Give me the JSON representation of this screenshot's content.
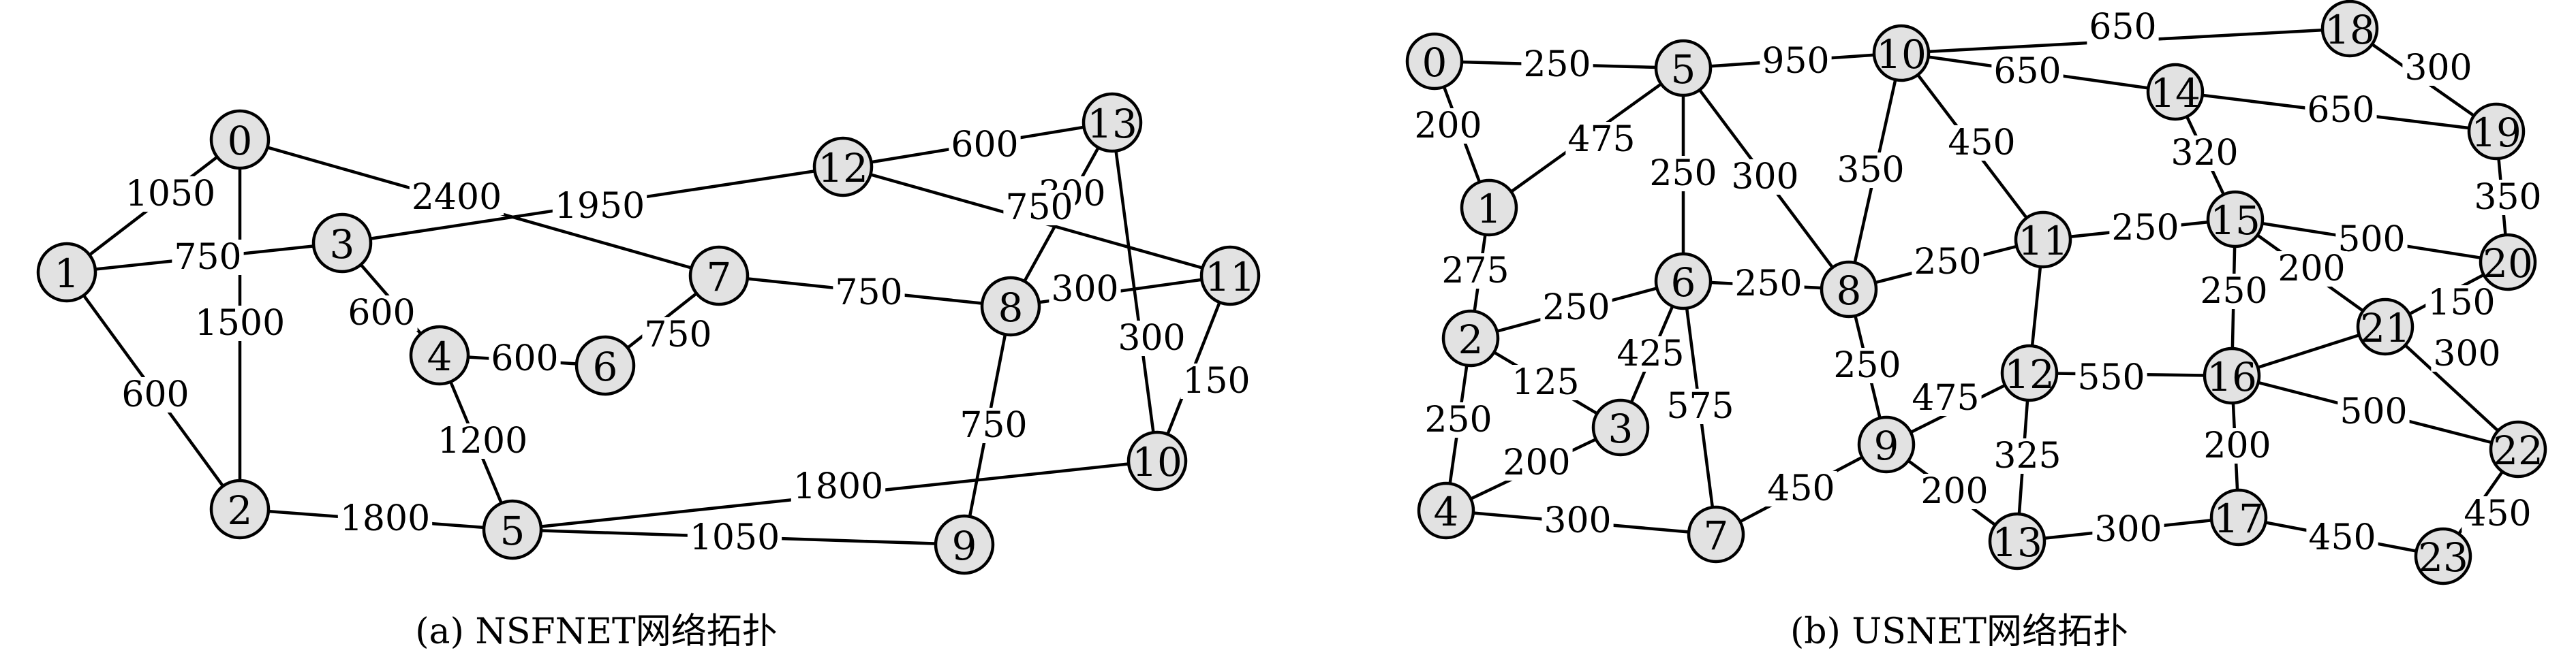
{
  "graphs": [
    {
      "id": "nsfnet",
      "caption": "(a) NSFNET网络拓扑",
      "nodes": [
        {
          "id": "0"
        },
        {
          "id": "1"
        },
        {
          "id": "2"
        },
        {
          "id": "3"
        },
        {
          "id": "4"
        },
        {
          "id": "5"
        },
        {
          "id": "6"
        },
        {
          "id": "7"
        },
        {
          "id": "8"
        },
        {
          "id": "9"
        },
        {
          "id": "10"
        },
        {
          "id": "11"
        },
        {
          "id": "12"
        },
        {
          "id": "13"
        }
      ],
      "edges": [
        {
          "from": "0",
          "to": "1",
          "weight": "1050"
        },
        {
          "from": "0",
          "to": "2",
          "weight": "1500"
        },
        {
          "from": "0",
          "to": "7",
          "weight": "2400"
        },
        {
          "from": "1",
          "to": "3",
          "weight": "750"
        },
        {
          "from": "1",
          "to": "2",
          "weight": "600"
        },
        {
          "from": "3",
          "to": "12",
          "weight": "1950"
        },
        {
          "from": "3",
          "to": "4",
          "weight": "600"
        },
        {
          "from": "4",
          "to": "6",
          "weight": "600"
        },
        {
          "from": "6",
          "to": "7",
          "weight": "750"
        },
        {
          "from": "7",
          "to": "8",
          "weight": "750"
        },
        {
          "from": "4",
          "to": "5",
          "weight": "1200"
        },
        {
          "from": "2",
          "to": "5",
          "weight": "1800"
        },
        {
          "from": "5",
          "to": "9",
          "weight": "1050"
        },
        {
          "from": "5",
          "to": "10",
          "weight": "1800"
        },
        {
          "from": "8",
          "to": "9",
          "weight": "750"
        },
        {
          "from": "8",
          "to": "13",
          "weight": "300"
        },
        {
          "from": "8",
          "to": "11",
          "weight": "300"
        },
        {
          "from": "12",
          "to": "13",
          "weight": "600"
        },
        {
          "from": "12",
          "to": "11",
          "weight": "750"
        },
        {
          "from": "13",
          "to": "10",
          "weight": "300"
        },
        {
          "from": "11",
          "to": "10",
          "weight": "150"
        }
      ]
    },
    {
      "id": "usnet",
      "caption": "(b) USNET网络拓扑",
      "nodes": [
        {
          "id": "0"
        },
        {
          "id": "1"
        },
        {
          "id": "2"
        },
        {
          "id": "3"
        },
        {
          "id": "4"
        },
        {
          "id": "5"
        },
        {
          "id": "6"
        },
        {
          "id": "7"
        },
        {
          "id": "8"
        },
        {
          "id": "9"
        },
        {
          "id": "10"
        },
        {
          "id": "11"
        },
        {
          "id": "12"
        },
        {
          "id": "13"
        },
        {
          "id": "14"
        },
        {
          "id": "15"
        },
        {
          "id": "16"
        },
        {
          "id": "17"
        },
        {
          "id": "18"
        },
        {
          "id": "19"
        },
        {
          "id": "20"
        },
        {
          "id": "21"
        },
        {
          "id": "22"
        },
        {
          "id": "23"
        }
      ],
      "edges": [
        {
          "from": "0",
          "to": "5",
          "weight": "250"
        },
        {
          "from": "0",
          "to": "1",
          "weight": "200"
        },
        {
          "from": "1",
          "to": "5",
          "weight": "475"
        },
        {
          "from": "1",
          "to": "2",
          "weight": "275"
        },
        {
          "from": "5",
          "to": "10",
          "weight": "950"
        },
        {
          "from": "5",
          "to": "6",
          "weight": "250"
        },
        {
          "from": "5",
          "to": "8",
          "weight": "300"
        },
        {
          "from": "10",
          "to": "18",
          "weight": "650"
        },
        {
          "from": "10",
          "to": "14",
          "weight": "650"
        },
        {
          "from": "10",
          "to": "8",
          "weight": "350"
        },
        {
          "from": "10",
          "to": "11",
          "weight": "450"
        },
        {
          "from": "18",
          "to": "19",
          "weight": "300"
        },
        {
          "from": "14",
          "to": "19",
          "weight": "650"
        },
        {
          "from": "14",
          "to": "15",
          "weight": "320"
        },
        {
          "from": "19",
          "to": "20",
          "weight": "350"
        },
        {
          "from": "2",
          "to": "6",
          "weight": "250"
        },
        {
          "from": "2",
          "to": "3",
          "weight": "125"
        },
        {
          "from": "2",
          "to": "4",
          "weight": "250"
        },
        {
          "from": "6",
          "to": "8",
          "weight": "250"
        },
        {
          "from": "6",
          "to": "3",
          "weight": "425"
        },
        {
          "from": "6",
          "to": "7",
          "weight": "575"
        },
        {
          "from": "8",
          "to": "11",
          "weight": "250"
        },
        {
          "from": "8",
          "to": "9",
          "weight": "250"
        },
        {
          "from": "11",
          "to": "15",
          "weight": "250"
        },
        {
          "from": "11",
          "to": "12",
          "weight": ""
        },
        {
          "from": "15",
          "to": "20",
          "weight": "500"
        },
        {
          "from": "15",
          "to": "21",
          "weight": "200"
        },
        {
          "from": "15",
          "to": "16",
          "weight": "250"
        },
        {
          "from": "20",
          "to": "21",
          "weight": "150"
        },
        {
          "from": "21",
          "to": "16",
          "weight": ""
        },
        {
          "from": "21",
          "to": "22",
          "weight": "300"
        },
        {
          "from": "3",
          "to": "4",
          "weight": "200"
        },
        {
          "from": "4",
          "to": "7",
          "weight": "300"
        },
        {
          "from": "7",
          "to": "9",
          "weight": "450"
        },
        {
          "from": "9",
          "to": "12",
          "weight": "475"
        },
        {
          "from": "9",
          "to": "13",
          "weight": "200"
        },
        {
          "from": "12",
          "to": "16",
          "weight": "550"
        },
        {
          "from": "12",
          "to": "13",
          "weight": "325"
        },
        {
          "from": "16",
          "to": "22",
          "weight": "500"
        },
        {
          "from": "16",
          "to": "17",
          "weight": "200"
        },
        {
          "from": "13",
          "to": "17",
          "weight": "300"
        },
        {
          "from": "17",
          "to": "23",
          "weight": "450"
        },
        {
          "from": "22",
          "to": "23",
          "weight": "450"
        }
      ]
    }
  ]
}
